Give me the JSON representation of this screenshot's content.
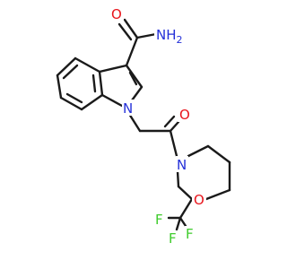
{
  "molecule": {
    "atoms": {
      "amide_n": "NH",
      "amide_n_sub": "2",
      "amide_o": "O",
      "indole_n": "N",
      "ketone_o": "O",
      "morph_n": "N",
      "morph_o": "O",
      "f1": "F",
      "f2": "F",
      "f3": "F"
    },
    "colors": {
      "carbon": "#1a1a1a",
      "nitrogen": "#2430d8",
      "oxygen": "#e8141b",
      "fluorine": "#3ecb2c"
    }
  }
}
